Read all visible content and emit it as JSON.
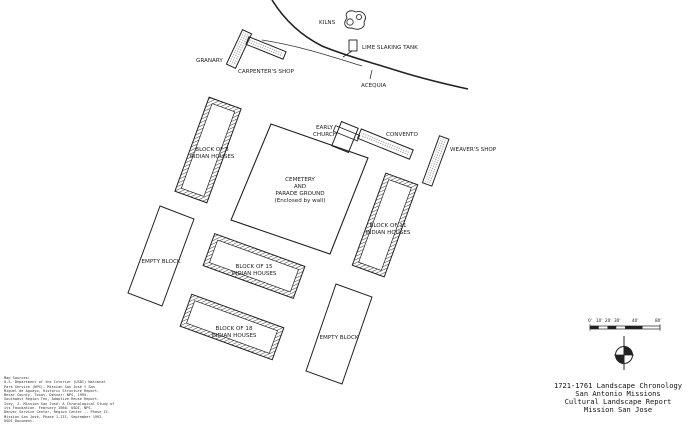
{
  "map": {
    "labels": {
      "kilns": "KILNS",
      "lime_slaking_tank": "LIME SLAKING TANK",
      "granary": "GRANARY",
      "carpenters_shop": "CARPENTER'S SHOP",
      "acequia": "ACEQUIA",
      "early_church_line1": "EARLY",
      "early_church_line2": "CHURCH",
      "convento": "CONVENTO",
      "weavers_shop": "WEAVER'S SHOP",
      "block_nw_line1": "BLOCK OF 8",
      "block_nw_line2": "INDIAN HOUSES",
      "cemetery_line1": "CEMETERY",
      "cemetery_line2": "AND",
      "cemetery_line3": "PARADE GROUND",
      "cemetery_line4": "(Enclosed by wall)",
      "block_e_line1": "BLOCK OF 11",
      "block_e_line2": "INDIAN HOUSES",
      "empty_block_w": "EMPTY BLOCK",
      "block_mid_line1": "BLOCK OF 15",
      "block_mid_line2": "INDIAN HOUSES",
      "block_sw_line1": "BLOCK OF 18",
      "block_sw_line2": "INDIAN HOUSES",
      "empty_block_s": "EMPTY BLOCK"
    },
    "scale_ticks": [
      "0'",
      "10'",
      "20'",
      "30'",
      "40'",
      "80'"
    ]
  },
  "sources": [
    "Map Sources:",
    "U.S. Department of the Interior (USDI) National",
    "Park Service (NPS). Mission San José Y San",
    "Miguel de Aguayo, Historic Structure Report.",
    "Bexar County, Texas. Denver: NPS, 1995.",
    "Southwest Region Ten, Adaptive Reuse Report.",
    "Ivey, J. Mission San José: A Chronological Study of",
    "its Foundation. February 1980. USDI, NPS.",
    "Denver Service Center, Region Center -- Phase II.",
    "Mission San José, Phase 1-III, September 1992.",
    "USDI Document."
  ],
  "title_block": {
    "line1": "1721-1761 Landscape Chronology",
    "line2": "San Antonio Missions",
    "line3": "Cultural Landscape Report",
    "line4": "Mission San Jose"
  }
}
